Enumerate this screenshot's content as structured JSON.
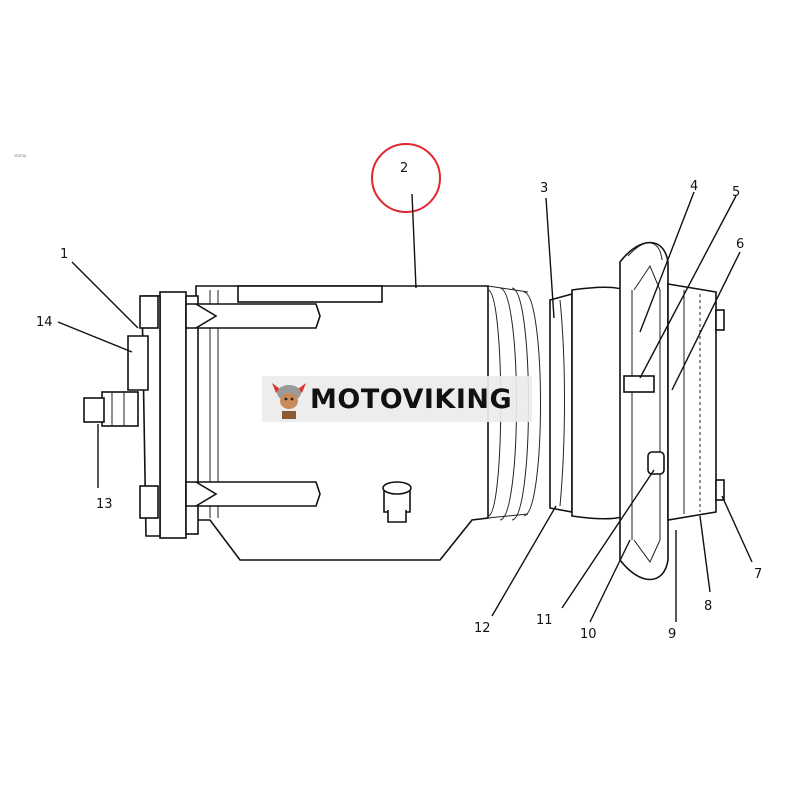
{
  "page_marker": "stamp",
  "brand": {
    "name": "MOTOVIKING",
    "logo_icon": "viking-mascot-icon"
  },
  "highlight": {
    "part": "2",
    "color": "#e0262e"
  },
  "callouts": [
    {
      "id": "c1",
      "label": "1"
    },
    {
      "id": "c2",
      "label": "2"
    },
    {
      "id": "c3",
      "label": "3"
    },
    {
      "id": "c4",
      "label": "4"
    },
    {
      "id": "c5",
      "label": "5"
    },
    {
      "id": "c6",
      "label": "6"
    },
    {
      "id": "c7",
      "label": "7"
    },
    {
      "id": "c8",
      "label": "8"
    },
    {
      "id": "c9",
      "label": "9"
    },
    {
      "id": "c10",
      "label": "10"
    },
    {
      "id": "c11",
      "label": "11"
    },
    {
      "id": "c12",
      "label": "12"
    },
    {
      "id": "c13",
      "label": "13"
    },
    {
      "id": "c14",
      "label": "14"
    }
  ]
}
